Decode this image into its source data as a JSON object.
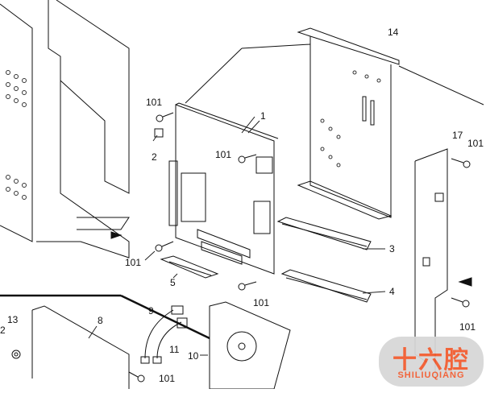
{
  "diagram": {
    "type": "exploded parts diagram",
    "part_labels": [
      {
        "id": "label-14",
        "text": "14"
      },
      {
        "id": "label-1",
        "text": "1"
      },
      {
        "id": "label-101-a",
        "text": "101"
      },
      {
        "id": "label-2",
        "text": "2"
      },
      {
        "id": "label-101-b",
        "text": "101"
      },
      {
        "id": "label-17",
        "text": "17"
      },
      {
        "id": "label-101-c",
        "text": "101"
      },
      {
        "id": "label-3",
        "text": "3"
      },
      {
        "id": "label-101-d",
        "text": "101"
      },
      {
        "id": "label-5",
        "text": "5"
      },
      {
        "id": "label-4",
        "text": "4"
      },
      {
        "id": "label-101-e",
        "text": "101"
      },
      {
        "id": "label-101-f",
        "text": "101"
      },
      {
        "id": "label-13",
        "text": "13"
      },
      {
        "id": "label-12",
        "text": "2"
      },
      {
        "id": "label-8",
        "text": "8"
      },
      {
        "id": "label-9",
        "text": "9"
      },
      {
        "id": "label-11",
        "text": "11"
      },
      {
        "id": "label-10",
        "text": "10"
      },
      {
        "id": "label-101-g",
        "text": "101"
      }
    ]
  },
  "watermark": {
    "chinese": "十六腔",
    "latin": "SHILIUQIANG",
    "color": "#f2592c"
  }
}
